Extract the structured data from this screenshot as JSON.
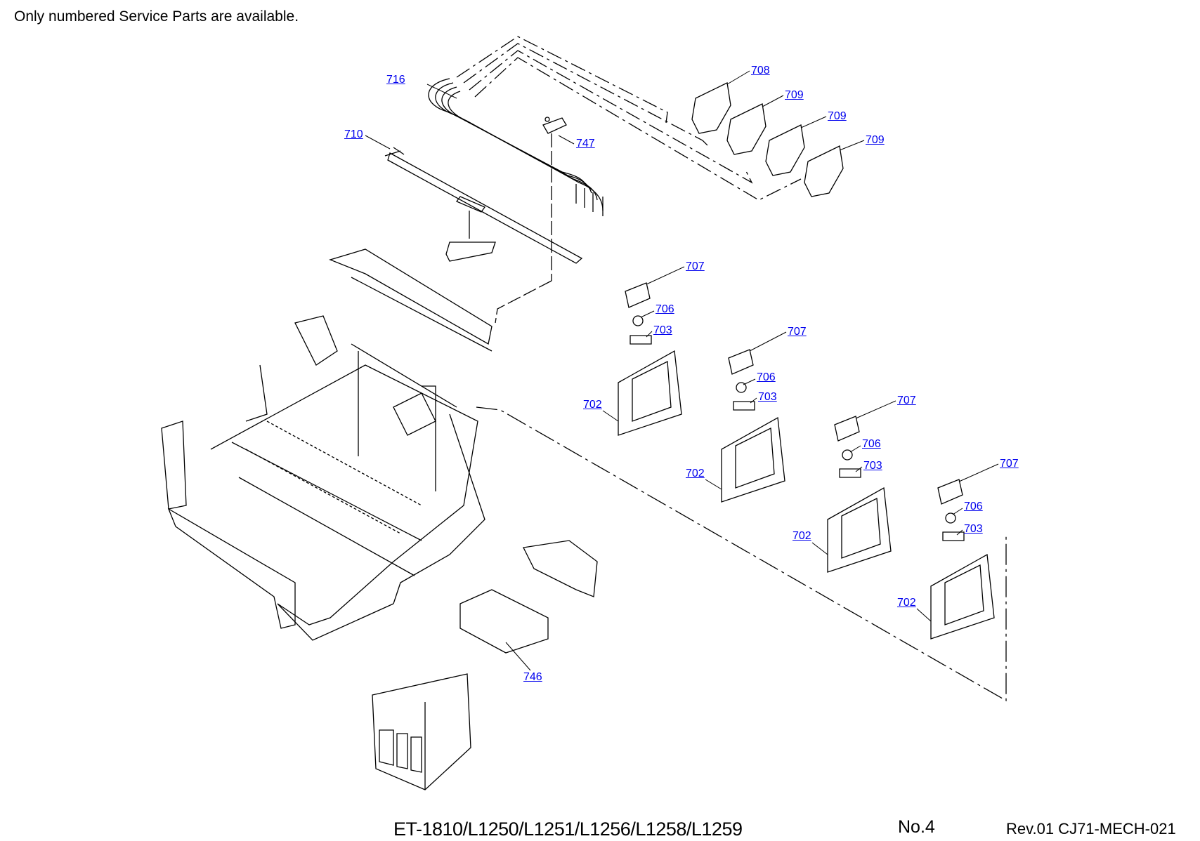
{
  "header": {
    "note": "Only numbered Service Parts are available."
  },
  "diagram": {
    "title": "Printer mechanism exploded view",
    "components": [
      {
        "name": "ink-tube-assembly",
        "part": "716"
      },
      {
        "name": "head-ffc",
        "part": "710"
      },
      {
        "name": "tube-holder",
        "part": "747"
      },
      {
        "name": "ink-supply-valve-1",
        "part": "708"
      },
      {
        "name": "ink-supply-valve-2",
        "part": "709"
      },
      {
        "name": "ink-supply-valve-3",
        "part": "709"
      },
      {
        "name": "ink-supply-valve-4",
        "part": "709"
      },
      {
        "name": "printhead-1",
        "parts": [
          "707",
          "706",
          "703",
          "702"
        ]
      },
      {
        "name": "printhead-2",
        "parts": [
          "707",
          "706",
          "703",
          "702"
        ]
      },
      {
        "name": "printhead-3",
        "parts": [
          "707",
          "706",
          "703",
          "702"
        ]
      },
      {
        "name": "printhead-4",
        "parts": [
          "707",
          "706",
          "703",
          "702"
        ]
      },
      {
        "name": "ink-tank-holder",
        "part": "746"
      },
      {
        "name": "main-frame",
        "part": ""
      },
      {
        "name": "ink-tank-cover",
        "part": ""
      }
    ],
    "labels": {
      "p716": "716",
      "p710": "710",
      "p747": "747",
      "p708": "708",
      "p709a": "709",
      "p709b": "709",
      "p709c": "709",
      "p707a": "707",
      "p706a": "706",
      "p703a": "703",
      "p702a": "702",
      "p707b": "707",
      "p706b": "706",
      "p703b": "703",
      "p702b": "702",
      "p707c": "707",
      "p706c": "706",
      "p703c": "703",
      "p702c": "702",
      "p707d": "707",
      "p706d": "706",
      "p703d": "703",
      "p702d": "702",
      "p746": "746"
    },
    "link_color": "#0000ee"
  },
  "footer": {
    "models": "ET-1810/L1250/L1251/L1256/L1258/L1259",
    "page_no": "No.4",
    "revision": "Rev.01 CJ71-MECH-021"
  }
}
